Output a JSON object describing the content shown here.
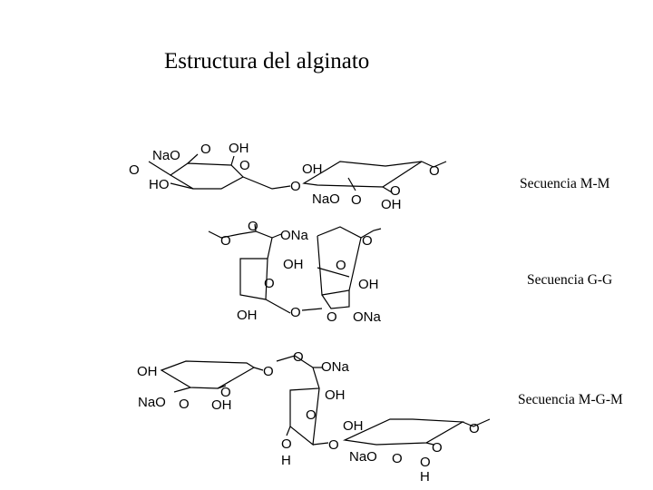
{
  "title": "Estructura del alginato",
  "sequences": [
    {
      "label": "Secuencia M-M"
    },
    {
      "label": "Secuencia G-G"
    },
    {
      "label": "Secuencia M-G-M"
    }
  ],
  "atom_labels": {
    "o": "O",
    "oh": "OH",
    "ho": "HO",
    "ona": "ONa",
    "nao": "NaO",
    "h": "H"
  }
}
